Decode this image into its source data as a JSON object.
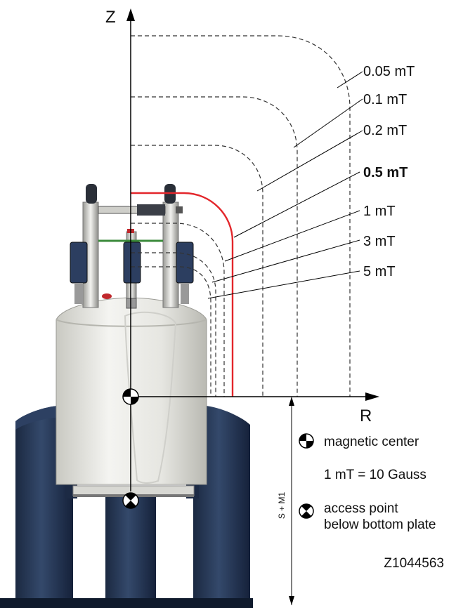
{
  "axes": {
    "z_label": "Z",
    "r_label": "R"
  },
  "field_lines": [
    {
      "label": "0.05 mT",
      "bold": false,
      "style": "dashed",
      "color": "#333333"
    },
    {
      "label": "0.1 mT",
      "bold": false,
      "style": "dashed",
      "color": "#333333"
    },
    {
      "label": "0.2 mT",
      "bold": false,
      "style": "dashed",
      "color": "#333333"
    },
    {
      "label": "0.5 mT",
      "bold": true,
      "style": "solid",
      "color": "#e3262b"
    },
    {
      "label": "1 mT",
      "bold": false,
      "style": "dashed",
      "color": "#333333"
    },
    {
      "label": "3 mT",
      "bold": false,
      "style": "dashed",
      "color": "#333333"
    },
    {
      "label": "5 mT",
      "bold": false,
      "style": "dashed",
      "color": "#333333"
    }
  ],
  "legend": {
    "magnetic_center": "magnetic center",
    "conversion": "1 mT = 10 Gauss",
    "access_point_line1": "access point",
    "access_point_line2": "below bottom plate"
  },
  "dimension_label": "S + M1",
  "drawing_id": "Z1044563",
  "colors": {
    "magnet_body": "#ededea",
    "legs": "#23344f",
    "red_line": "#e3262b"
  }
}
